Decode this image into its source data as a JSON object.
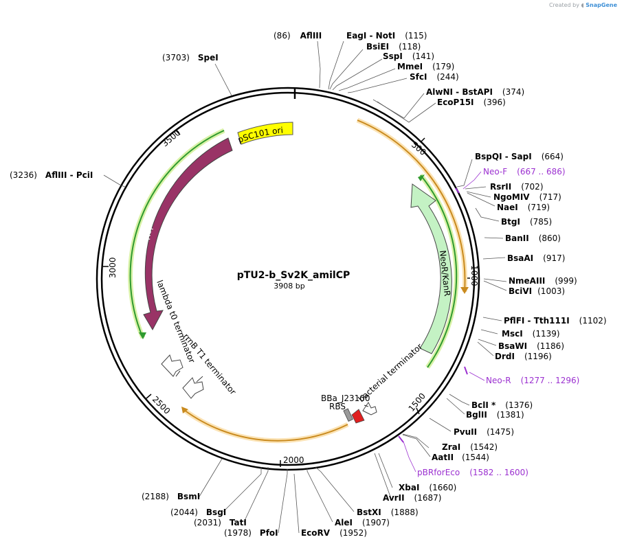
{
  "credit": {
    "prefix": "Created by",
    "brand": "SnapGene"
  },
  "plasmid": {
    "name": "pTU2-b_Sv2K_amilCP",
    "length": 3908,
    "length_label": "3908 bp"
  },
  "ticks": [
    "500",
    "1000",
    "1500",
    "2000",
    "2500",
    "3000",
    "3500"
  ],
  "colors": {
    "enzyme": "#000000",
    "primer": "#9b30d0",
    "feature_ori": "#ffff00",
    "feature_rep": "#993366",
    "feature_kan": "#c4f2c4",
    "feature_rbs": "#e02020",
    "feature_promoter": "#999999",
    "arc_orange": "#c98a1e",
    "arc_green": "#2f9a2f"
  },
  "sites": [
    {
      "name": "AflIII",
      "pos": "(86)",
      "label_side": "left"
    },
    {
      "name": "EagI  - NotI",
      "pos": "(115)"
    },
    {
      "name": "BsiEI",
      "pos": "(118)"
    },
    {
      "name": "SspI",
      "pos": "(141)"
    },
    {
      "name": "MmeI",
      "pos": "(179)"
    },
    {
      "name": "SfcI",
      "pos": "(244)"
    },
    {
      "name": "AlwNI  - BstAPI",
      "pos": "(374)"
    },
    {
      "name": "EcoP15I",
      "pos": "(396)"
    },
    {
      "name": "BspQI  - SapI",
      "pos": "(664)"
    },
    {
      "name": "Neo-F",
      "pos": "(667 .. 686)",
      "primer": true
    },
    {
      "name": "RsrII",
      "pos": "(702)"
    },
    {
      "name": "NgoMIV",
      "pos": "(717)"
    },
    {
      "name": "NaeI",
      "pos": "(719)"
    },
    {
      "name": "BtgI",
      "pos": "(785)"
    },
    {
      "name": "BanII",
      "pos": "(860)"
    },
    {
      "name": "BsaAI",
      "pos": "(917)"
    },
    {
      "name": "NmeAIII",
      "pos": "(999)"
    },
    {
      "name": "BciVI",
      "pos": "(1003)"
    },
    {
      "name": "PflFI  - Tth111I",
      "pos": "(1102)"
    },
    {
      "name": "MscI",
      "pos": "(1139)"
    },
    {
      "name": "BsaWI",
      "pos": "(1186)"
    },
    {
      "name": "DrdI",
      "pos": "(1196)"
    },
    {
      "name": "Neo-R",
      "pos": "(1277 .. 1296)",
      "primer": true
    },
    {
      "name": "BclI *",
      "pos": "(1376)"
    },
    {
      "name": "BglII",
      "pos": "(1381)"
    },
    {
      "name": "PvuII",
      "pos": "(1475)"
    },
    {
      "name": "ZraI",
      "pos": "(1542)"
    },
    {
      "name": "AatII",
      "pos": "(1544)"
    },
    {
      "name": "pBRforEco",
      "pos": "(1582 .. 1600)",
      "primer": true
    },
    {
      "name": "XbaI",
      "pos": "(1660)"
    },
    {
      "name": "AvrII",
      "pos": "(1687)"
    },
    {
      "name": "BstXI",
      "pos": "(1888)"
    },
    {
      "name": "AleI",
      "pos": "(1907)"
    },
    {
      "name": "EcoRV",
      "pos": "(1952)"
    },
    {
      "name": "PfoI",
      "pos": "(1978)"
    },
    {
      "name": "TatI",
      "pos": "(2031)"
    },
    {
      "name": "BsgI",
      "pos": "(2044)"
    },
    {
      "name": "BsmI",
      "pos": "(2188)"
    },
    {
      "name": "AflIII  - PciI",
      "pos": "(3236)"
    },
    {
      "name": "SpeI",
      "pos": "(3703)"
    }
  ],
  "features": [
    {
      "label": "pSC101 ori"
    },
    {
      "label": "Rep101"
    },
    {
      "label": "NeoR/KanR"
    },
    {
      "label": "lambda t0 terminator"
    },
    {
      "label": "rrnB T1 terminator"
    },
    {
      "label": "BBa_J23100"
    },
    {
      "label": "RBS"
    },
    {
      "label": "bacterial terminator"
    }
  ]
}
